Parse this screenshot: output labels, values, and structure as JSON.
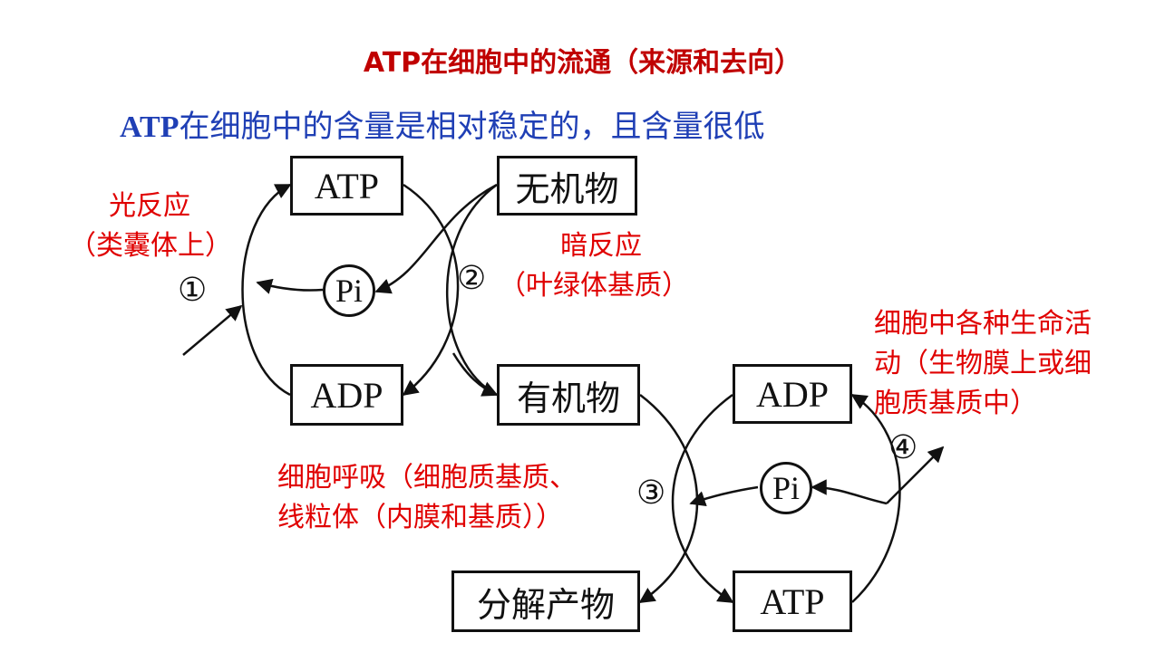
{
  "title": "ATP在细胞中的流通（来源和去向）",
  "subtitle": {
    "en": "ATP",
    "zh": "在细胞中的含量是相对稳定的，且含量很低"
  },
  "boxes": {
    "atp_top": "ATP",
    "adp_left": "ADP",
    "inorganic": "无机物",
    "organic": "有机物",
    "adp_right": "ADP",
    "atp_bottom": "ATP",
    "decomp": "分解产物"
  },
  "pi_left": "Pi",
  "pi_right": "Pi",
  "numbers": {
    "n1": "①",
    "n2": "②",
    "n3": "③",
    "n4": "④"
  },
  "labels": {
    "light": {
      "line1": "光反应",
      "line2": "（类囊体上）"
    },
    "dark": {
      "line1": "暗反应",
      "line2": "（叶绿体基质）"
    },
    "resp": {
      "line1": "细胞呼吸（细胞质基质、",
      "line2": "线粒体（内膜和基质））"
    },
    "life": {
      "line1": "细胞中各种生命活",
      "line2": "动（生物膜上或细",
      "line3": "胞质基质中）"
    }
  },
  "colors": {
    "title": "#c00000",
    "subtitle": "#1f3fb5",
    "annotation": "#e00000",
    "lines": "#111111"
  }
}
